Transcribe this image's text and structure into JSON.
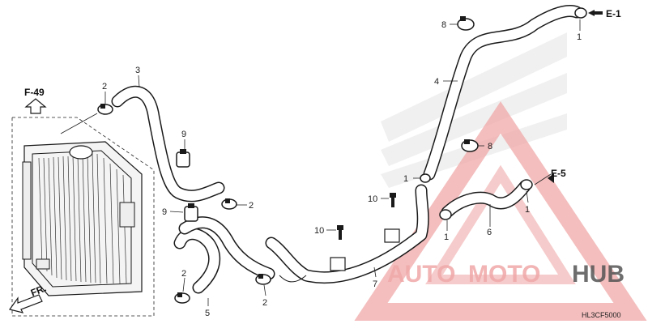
{
  "diagram": {
    "code": "HL3CF5000",
    "refs": {
      "f49": "F-49",
      "e1": "E-1",
      "e5": "E-5",
      "fr": "FR."
    },
    "parts": {
      "p1a": "1",
      "p1b": "1",
      "p1c": "1",
      "p1d": "1",
      "p2a": "2",
      "p2b": "2",
      "p2c": "2",
      "p2d": "2",
      "p3": "3",
      "p4": "4",
      "p5": "5",
      "p6": "6",
      "p7": "7",
      "p8a": "8",
      "p8b": "8",
      "p9a": "9",
      "p9b": "9",
      "p10a": "10",
      "p10b": "10"
    },
    "watermark": {
      "part1": "AUTO",
      "part2": "MOTO",
      "part3": "HUB",
      "color_primary": "#f0a8a8",
      "color_dark": "#555555"
    }
  }
}
